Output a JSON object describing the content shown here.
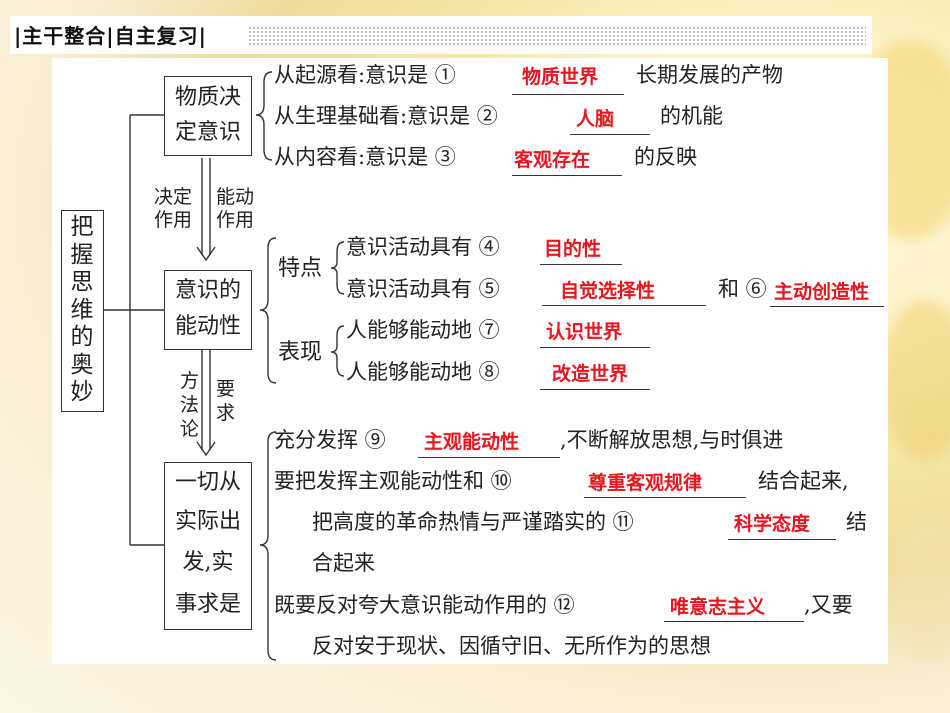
{
  "header": {
    "title": "|主干整合|自主复习|"
  },
  "root": {
    "label": "把握思维的奥妙"
  },
  "nodes": {
    "n1": {
      "line1": "物质决",
      "line2": "定意识"
    },
    "n2": {
      "line1": "意识的",
      "line2": "能动性"
    },
    "n3": {
      "line1": "一切从",
      "line2": "实际出",
      "line3": "发,实",
      "line4": "事求是"
    }
  },
  "arrows": {
    "a1_left": "决定作用",
    "a1_left_l1": "决定",
    "a1_left_l2": "作用",
    "a1_right_l1": "能动",
    "a1_right_l2": "作用",
    "a2_left_l1": "方",
    "a2_left_l2": "法",
    "a2_left_l3": "论",
    "a2_right_l1": "要",
    "a2_right_l2": "求"
  },
  "section1": {
    "r1_pre": "从起源看:意识是 ①",
    "r1_ans": "物质世界",
    "r1_post": "长期发展的产物",
    "r2_pre": "从生理基础看:意识是 ②",
    "r2_ans": "人脑",
    "r2_post": "的机能",
    "r3_pre": "从内容看:意识是 ③",
    "r3_ans": "客观存在",
    "r3_post": "的反映"
  },
  "section2": {
    "feature_label": "特点",
    "f1_pre": "意识活动具有 ④",
    "f1_ans": "目的性",
    "f2_pre": "意识活动具有 ⑤",
    "f2_ans": "自觉选择性",
    "f2_mid": "和 ⑥",
    "f2_ans2": "主动创造性",
    "show_label": "表现",
    "s1_pre": "人能够能动地 ⑦",
    "s1_ans": "认识世界",
    "s2_pre": "人能够能动地 ⑧",
    "s2_ans": "改造世界"
  },
  "section3": {
    "r1_pre": "充分发挥 ⑨",
    "r1_ans": "主观能动性",
    "r1_post": ",不断解放思想,与时俱进",
    "r2_pre": "要把发挥主观能动性和 ⑩",
    "r2_ans": "尊重客观规律",
    "r2_post": "结合起来,",
    "r3_pre": "把高度的革命热情与严谨踏实的 ⑪",
    "r3_ans": "科学态度",
    "r3_post": "结",
    "r4": "合起来",
    "r5_pre": "既要反对夸大意识能动作用的 ⑫",
    "r5_ans": "唯意志主义",
    "r5_post": ",又要",
    "r6": "反对安于现状、因循守旧、无所作为的思想"
  }
}
